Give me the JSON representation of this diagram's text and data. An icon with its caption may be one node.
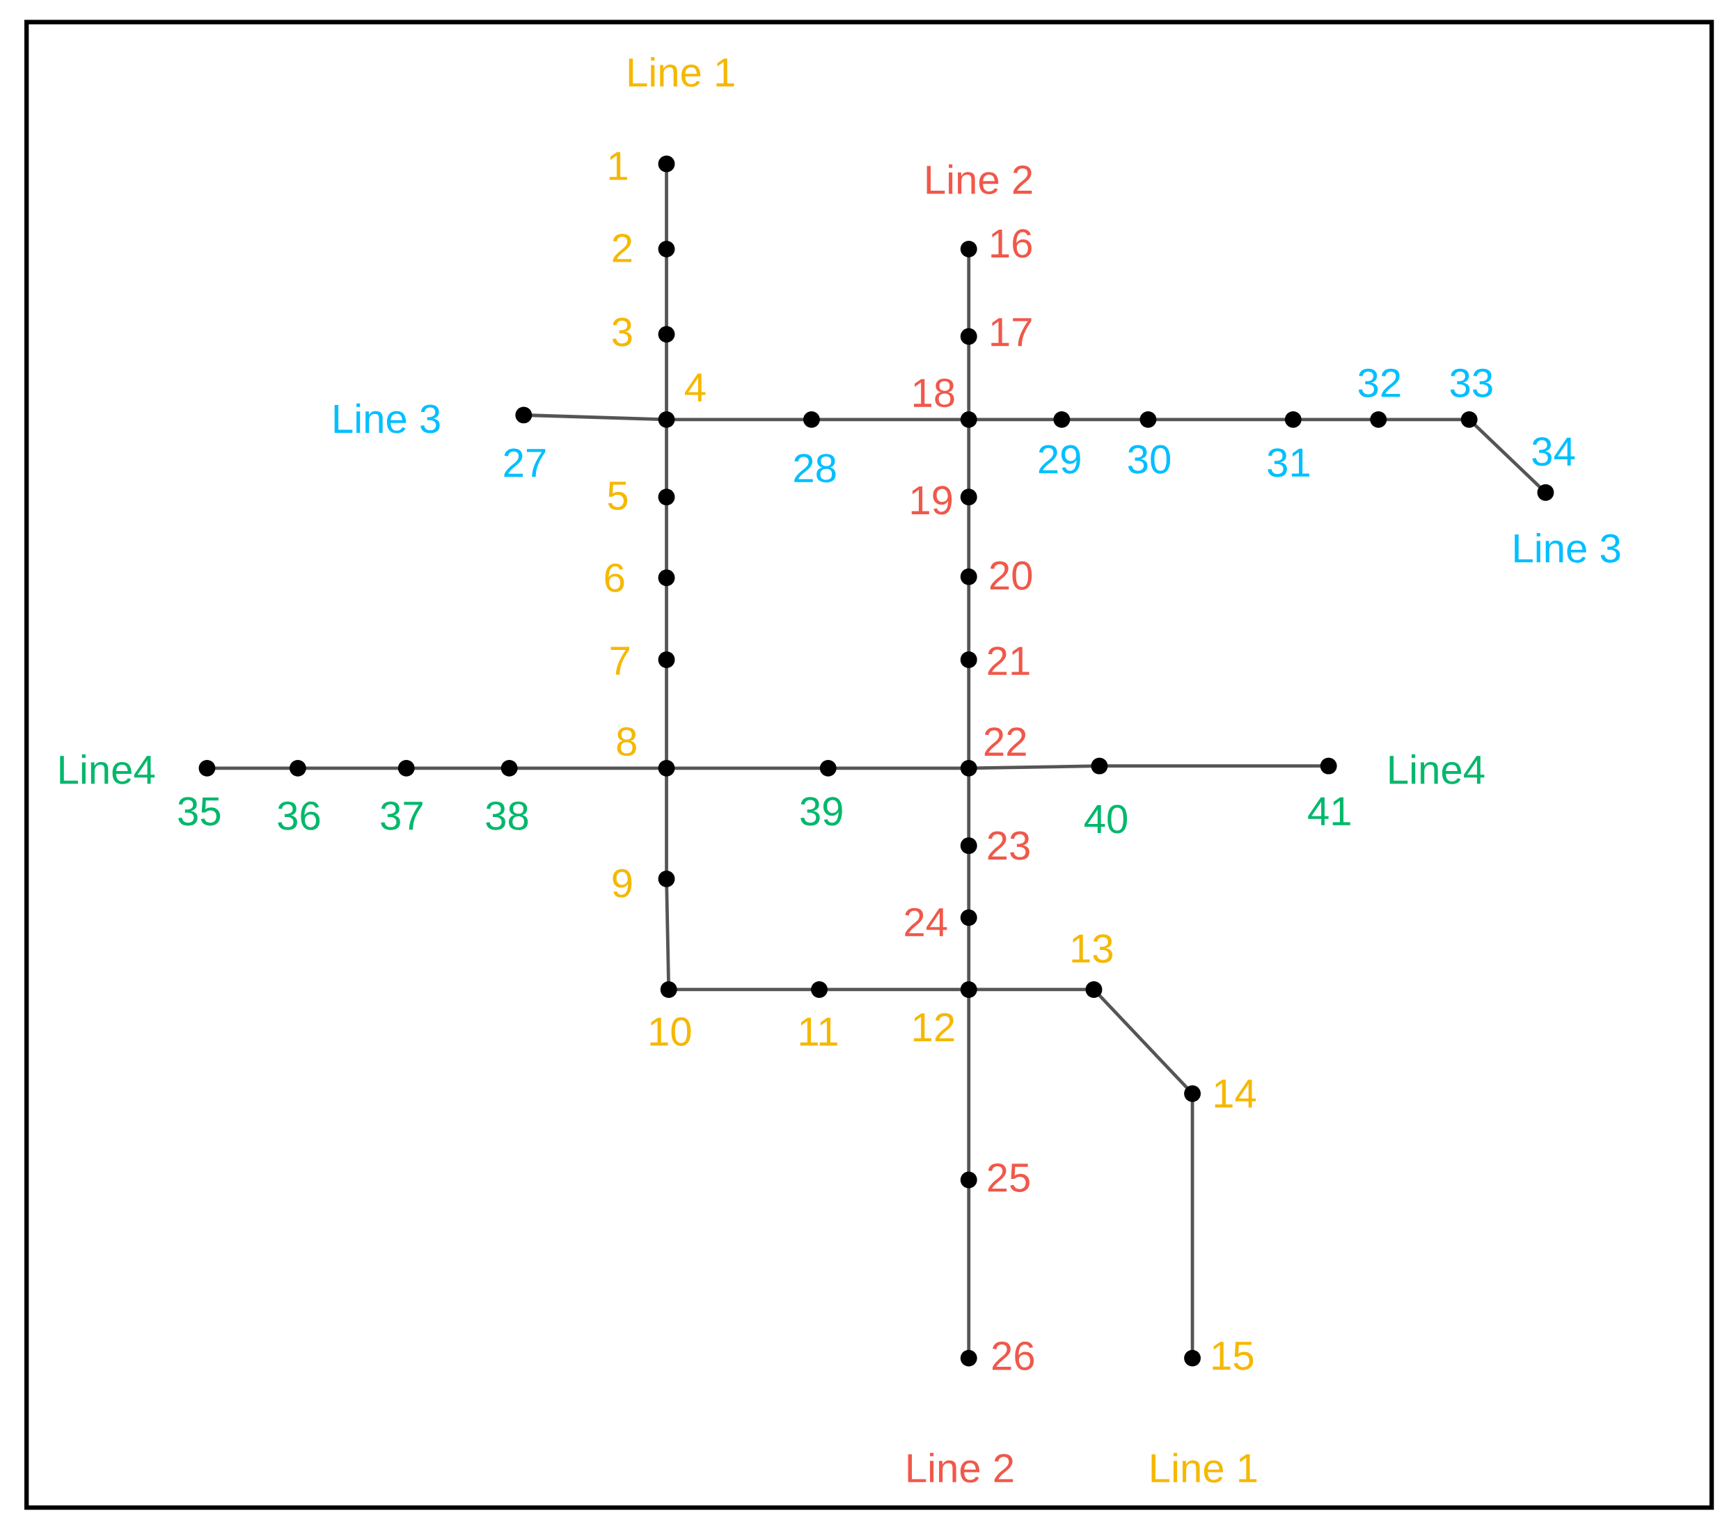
{
  "diagram": {
    "nodes": [
      {
        "text": [],
        "shape": "circle",
        "beside": [
          "1"
        ]
      },
      {
        "text": [],
        "shape": "circle",
        "beside": [
          "2"
        ]
      },
      {
        "text": [],
        "shape": "circle",
        "beside": [
          "3"
        ]
      },
      {
        "text": [],
        "shape": "circle",
        "beside": [
          "4"
        ]
      },
      {
        "text": [],
        "shape": "circle",
        "beside": [
          "5"
        ]
      },
      {
        "text": [],
        "shape": "circle",
        "beside": [
          "6"
        ]
      },
      {
        "text": [],
        "shape": "circle",
        "beside": [
          "7"
        ]
      },
      {
        "text": [],
        "shape": "circle",
        "beside": [
          "8"
        ]
      },
      {
        "text": [],
        "shape": "circle",
        "beside": [
          "9"
        ]
      },
      {
        "text": [],
        "shape": "circle",
        "beside": [
          "10"
        ]
      },
      {
        "text": [],
        "shape": "circle",
        "beside": [
          "11"
        ]
      },
      {
        "text": [],
        "shape": "circle",
        "beside": [
          "12"
        ]
      },
      {
        "text": [],
        "shape": "circle",
        "beside": [
          "13"
        ]
      },
      {
        "text": [],
        "shape": "circle",
        "beside": [
          "14"
        ]
      },
      {
        "text": [],
        "shape": "circle",
        "beside": [
          "15"
        ]
      },
      {
        "text": [],
        "shape": "circle",
        "beside": [
          "16"
        ]
      },
      {
        "text": [],
        "shape": "circle",
        "beside": [
          "17"
        ]
      },
      {
        "text": [],
        "shape": "circle",
        "beside": [
          "18"
        ]
      },
      {
        "text": [],
        "shape": "circle",
        "beside": [
          "19"
        ]
      },
      {
        "text": [],
        "shape": "circle",
        "beside": [
          "20"
        ]
      },
      {
        "text": [],
        "shape": "circle",
        "beside": [
          "21"
        ]
      },
      {
        "text": [],
        "shape": "circle",
        "beside": [
          "22"
        ]
      },
      {
        "text": [],
        "shape": "circle",
        "beside": [
          "23"
        ]
      },
      {
        "text": [],
        "shape": "circle",
        "beside": [
          "24"
        ]
      },
      {
        "text": [],
        "shape": "circle",
        "beside": [
          "25"
        ]
      },
      {
        "text": [],
        "shape": "circle",
        "beside": [
          "26"
        ]
      },
      {
        "text": [],
        "shape": "circle",
        "beside": [
          "27"
        ]
      },
      {
        "text": [],
        "shape": "circle",
        "beside": [
          "28"
        ]
      },
      {
        "text": [],
        "shape": "circle",
        "beside": [
          "29"
        ]
      },
      {
        "text": [],
        "shape": "circle",
        "beside": [
          "30"
        ]
      },
      {
        "text": [],
        "shape": "circle",
        "beside": [
          "31"
        ]
      },
      {
        "text": [],
        "shape": "circle",
        "beside": [
          "32"
        ]
      },
      {
        "text": [],
        "shape": "circle",
        "beside": [
          "33"
        ]
      },
      {
        "text": [],
        "shape": "circle",
        "beside": [
          "34"
        ]
      },
      {
        "text": [],
        "shape": "circle",
        "beside": [
          "35"
        ]
      },
      {
        "text": [],
        "shape": "circle",
        "beside": [
          "36"
        ]
      },
      {
        "text": [],
        "shape": "circle",
        "beside": [
          "37"
        ]
      },
      {
        "text": [],
        "shape": "circle",
        "beside": [
          "38"
        ]
      },
      {
        "text": [],
        "shape": "circle",
        "beside": [
          "39"
        ]
      },
      {
        "text": [],
        "shape": "circle",
        "beside": [
          "40"
        ]
      },
      {
        "text": [],
        "shape": "circle",
        "beside": [
          "41"
        ]
      }
    ],
    "edges": [
      {
        "from": 0,
        "to": 1,
        "arrow": "none"
      },
      {
        "from": 1,
        "to": 2,
        "arrow": "none"
      },
      {
        "from": 2,
        "to": 3,
        "arrow": "none"
      },
      {
        "from": 3,
        "to": 4,
        "arrow": "none"
      },
      {
        "from": 4,
        "to": 5,
        "arrow": "none"
      },
      {
        "from": 5,
        "to": 6,
        "arrow": "none"
      },
      {
        "from": 6,
        "to": 7,
        "arrow": "none"
      },
      {
        "from": 7,
        "to": 8,
        "arrow": "none"
      },
      {
        "from": 8,
        "to": 9,
        "arrow": "none"
      },
      {
        "from": 9,
        "to": 10,
        "arrow": "none"
      },
      {
        "from": 10,
        "to": 11,
        "arrow": "none"
      },
      {
        "from": 11,
        "to": 12,
        "arrow": "none"
      },
      {
        "from": 12,
        "to": 13,
        "arrow": "none"
      },
      {
        "from": 13,
        "to": 14,
        "arrow": "none"
      },
      {
        "from": 15,
        "to": 16,
        "arrow": "none"
      },
      {
        "from": 16,
        "to": 17,
        "arrow": "none"
      },
      {
        "from": 17,
        "to": 18,
        "arrow": "none"
      },
      {
        "from": 18,
        "to": 19,
        "arrow": "none"
      },
      {
        "from": 19,
        "to": 20,
        "arrow": "none"
      },
      {
        "from": 20,
        "to": 21,
        "arrow": "none"
      },
      {
        "from": 21,
        "to": 22,
        "arrow": "none"
      },
      {
        "from": 22,
        "to": 23,
        "arrow": "none"
      },
      {
        "from": 23,
        "to": 11,
        "arrow": "none"
      },
      {
        "from": 11,
        "to": 24,
        "arrow": "none"
      },
      {
        "from": 24,
        "to": 25,
        "arrow": "none"
      },
      {
        "from": 26,
        "to": 3,
        "arrow": "none"
      },
      {
        "from": 3,
        "to": 27,
        "arrow": "none"
      },
      {
        "from": 27,
        "to": 17,
        "arrow": "none"
      },
      {
        "from": 17,
        "to": 28,
        "arrow": "none"
      },
      {
        "from": 28,
        "to": 29,
        "arrow": "none"
      },
      {
        "from": 29,
        "to": 30,
        "arrow": "none"
      },
      {
        "from": 30,
        "to": 31,
        "arrow": "none"
      },
      {
        "from": 31,
        "to": 32,
        "arrow": "none"
      },
      {
        "from": 32,
        "to": 33,
        "arrow": "none"
      },
      {
        "from": 34,
        "to": 35,
        "arrow": "none"
      },
      {
        "from": 35,
        "to": 36,
        "arrow": "none"
      },
      {
        "from": 36,
        "to": 37,
        "arrow": "none"
      },
      {
        "from": 37,
        "to": 7,
        "arrow": "none"
      },
      {
        "from": 7,
        "to": 38,
        "arrow": "none"
      },
      {
        "from": 38,
        "to": 21,
        "arrow": "none"
      },
      {
        "from": 21,
        "to": 39,
        "arrow": "none"
      },
      {
        "from": 39,
        "to": 40,
        "arrow": "none"
      }
    ],
    "labels": [
      "Line 1",
      "Line 2",
      "Line 3",
      "Line 3",
      "Line4",
      "Line4",
      "Line 2",
      "Line 1"
    ]
  }
}
